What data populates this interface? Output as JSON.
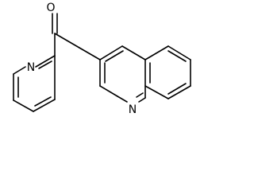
{
  "molecule": {
    "atoms": [
      {
        "id": "o1",
        "element": "O"
      },
      {
        "id": "n-pyridine",
        "element": "N"
      },
      {
        "id": "n-quinoline",
        "element": "N"
      }
    ]
  }
}
